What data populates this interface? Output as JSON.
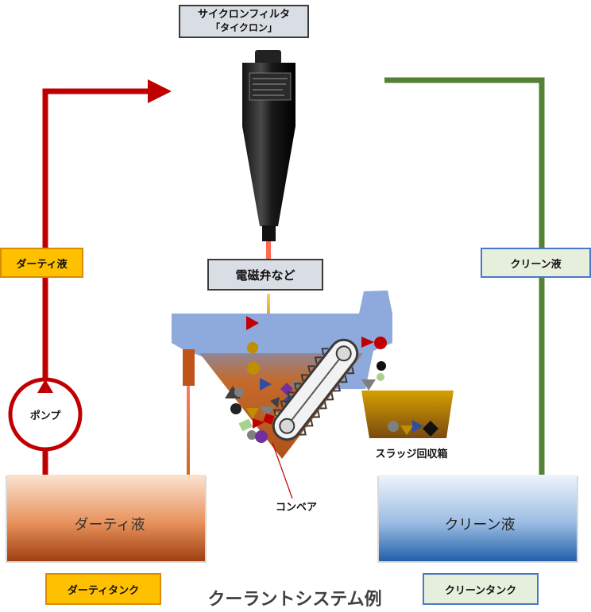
{
  "filter": {
    "title": "サイクロンフィルタ",
    "subtitle": "「タイクロン」",
    "housing_label_visible": true
  },
  "valve_label": "電磁弁など",
  "dirty_flow_label": "ダーティ液",
  "clean_flow_label": "クリーン液",
  "pump_label": "ポンプ",
  "sludge_box_label": "スラッジ回収箱",
  "conveyor_label": "コンベア",
  "dirty_tank": {
    "contents_label": "ダーティ液",
    "name": "ダーティタンク"
  },
  "clean_tank": {
    "contents_label": "クリーン液",
    "name": "クリーンタンク"
  },
  "caption": "クーラントシステム例",
  "colors": {
    "dirty_pipe": "#c00000",
    "clean_pipe": "#548235",
    "dirty_liquid": "#c0531a",
    "clean_liquid": "#2e6eb4",
    "chamber": "#8ea9db",
    "sludge_box": "#bf8f00"
  }
}
